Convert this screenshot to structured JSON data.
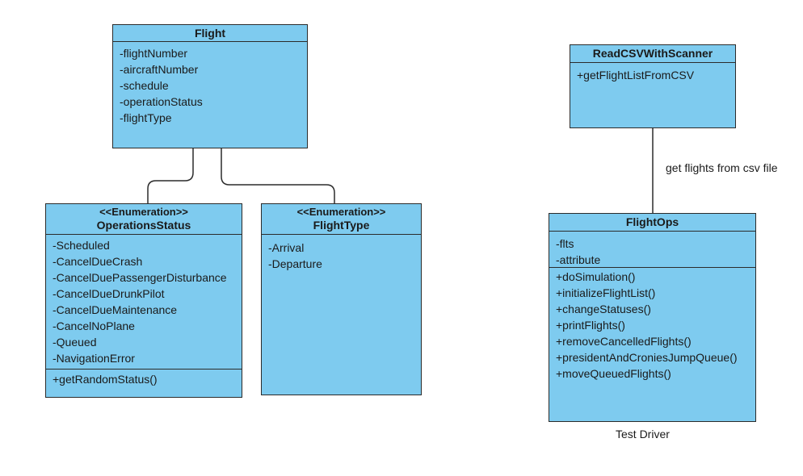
{
  "classes": {
    "flight": {
      "name": "Flight",
      "attributes": [
        "-flightNumber",
        "-aircraftNumber",
        "-schedule",
        "-operationStatus",
        "-flightType"
      ]
    },
    "operations_status": {
      "stereotype": "<<Enumeration>>",
      "name": "OperationsStatus",
      "attributes": [
        "-Scheduled",
        "-CancelDueCrash",
        "-CancelDuePassengerDisturbance",
        "-CancelDueDrunkPilot",
        "-CancelDueMaintenance",
        "-CancelNoPlane",
        "-Queued",
        "-NavigationError"
      ],
      "methods": [
        "+getRandomStatus()"
      ]
    },
    "flight_type": {
      "stereotype": "<<Enumeration>>",
      "name": "FlightType",
      "attributes": [
        "-Arrival",
        "-Departure"
      ]
    },
    "read_csv": {
      "name": "ReadCSVWithScanner",
      "methods": [
        "+getFlightListFromCSV"
      ]
    },
    "flight_ops": {
      "name": "FlightOps",
      "attributes": [
        "-flts",
        "-attribute"
      ],
      "methods": [
        "+doSimulation()",
        "+initializeFlightList()",
        "+changeStatuses()",
        "+printFlights()",
        "+removeCancelledFlights()",
        "+presidentAndCroniesJumpQueue()",
        "+moveQueuedFlights()"
      ]
    }
  },
  "labels": {
    "edge_label": "get flights from csv file",
    "test_driver": "Test Driver"
  },
  "colors": {
    "class_fill": "#7ecbef",
    "line": "#2b2b2b"
  }
}
